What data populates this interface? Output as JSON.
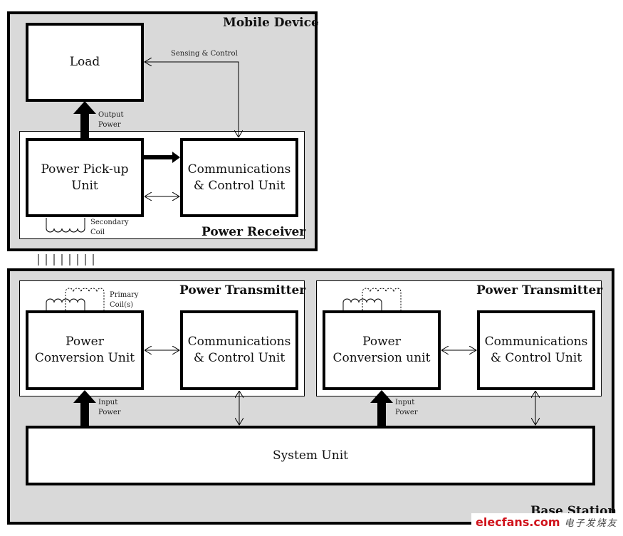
{
  "mobile_device": {
    "title": "Mobile Device",
    "load": {
      "label": "Load"
    },
    "sensing_label": "Sensing & Control",
    "output_power_label": "Output\nPower",
    "power_receiver": {
      "title": "Power Receiver",
      "pickup_unit": {
        "label": "Power Pick-up\nUnit"
      },
      "comms_unit": {
        "label": "Communications\n& Control Unit"
      },
      "coil_label": "Secondary\nCoil"
    }
  },
  "base_station": {
    "title": "Base Station",
    "transmitters": [
      {
        "title": "Power Transmitter",
        "conversion_unit": {
          "label": "Power\nConversion Unit"
        },
        "comms_unit": {
          "label": "Communications\n& Control Unit"
        },
        "coil_label": "Primary\nCoil(s)",
        "input_power_label": "Input\nPower"
      },
      {
        "title": "Power Transmitter",
        "conversion_unit": {
          "label": "Power\nConversion unit"
        },
        "comms_unit": {
          "label": "Communications\n& Control Unit"
        },
        "input_power_label": "Input\nPower"
      }
    ],
    "system_unit": {
      "label": "System Unit"
    }
  },
  "watermark": {
    "brand": "elecfans.com",
    "chinese": "电子发烧友"
  },
  "colors": {
    "container_fill": "#d9d9d9",
    "block_fill": "#ffffff",
    "stroke": "#000000",
    "watermark_red": "#d0121b"
  }
}
